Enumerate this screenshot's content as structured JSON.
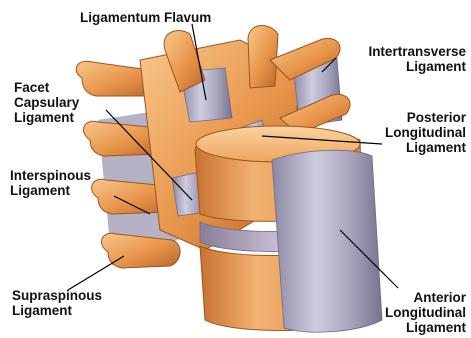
{
  "labels": {
    "ligamentum_flavum": [
      "Ligamentum Flavum"
    ],
    "intertransverse": [
      "Intertransverse",
      "Ligament"
    ],
    "facet_capsulary": [
      "Facet",
      "Capsulary",
      "Ligament"
    ],
    "posterior_longitudinal": [
      "Posterior",
      "Longitudinal",
      "Ligament"
    ],
    "interspinous": [
      "Interspinous",
      "Ligament"
    ],
    "supraspinous": [
      "Supraspinous",
      "Ligament"
    ],
    "anterior_longitudinal": [
      "Anterior",
      "Longitudinal",
      "Ligament"
    ]
  },
  "colors": {
    "bone": "#e8954a",
    "bone_light": "#f6c48a",
    "bone_dark": "#b35f22",
    "ligament": "#9a97b0",
    "ligament_light": "#c9c6d8",
    "disc": "#9a8aa8",
    "leader": "#000000"
  }
}
